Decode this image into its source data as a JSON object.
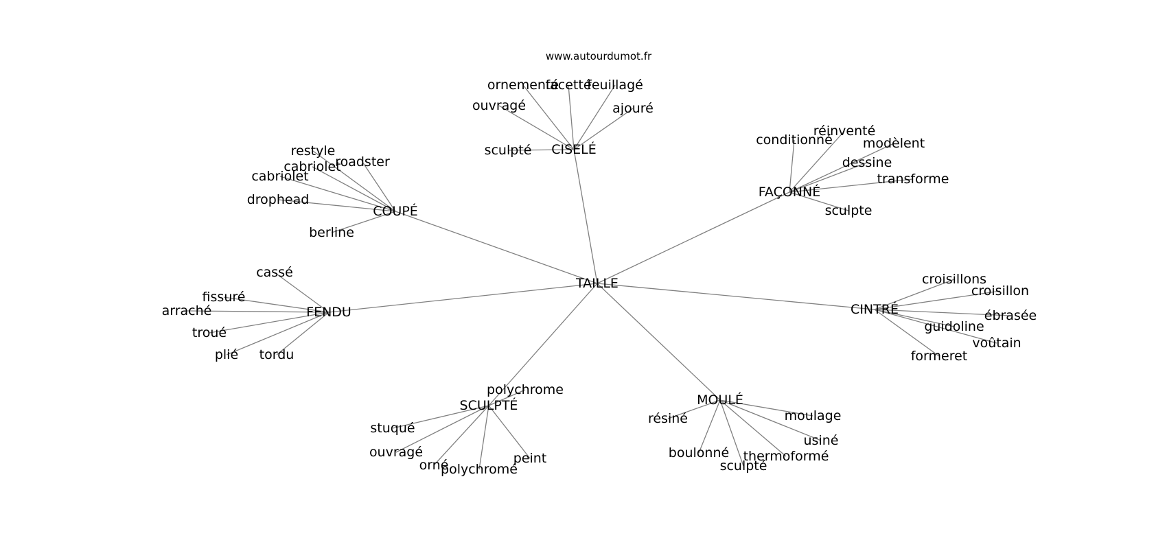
{
  "site": "www.autourdumot.fr",
  "center": "TAILLE",
  "clusters": [
    {
      "label": "CISELÉ",
      "leaves": [
        "sculpté",
        "ouvragé",
        "ornementé",
        "facetté",
        "feuillagé",
        "ajouré"
      ]
    },
    {
      "label": "FAÇONNÉ",
      "leaves": [
        "conditionné",
        "réinventé",
        "modèlent",
        "dessine",
        "transforme",
        "sculpte"
      ]
    },
    {
      "label": "COUPÉ",
      "leaves": [
        "restyle",
        "cabriolet",
        "roadster",
        "cabriolet",
        "drophead",
        "berline"
      ]
    },
    {
      "label": "FENDU",
      "leaves": [
        "cassé",
        "fissuré",
        "arraché",
        "troué",
        "plié",
        "tordu"
      ]
    },
    {
      "label": "CINTRÉ",
      "leaves": [
        "croisillons",
        "croisillon",
        "ébrasée",
        "guidoline",
        "voûtain",
        "formeret"
      ]
    },
    {
      "label": "SCULPTÉ",
      "leaves": [
        "polychrome",
        "stuqué",
        "ouvragé",
        "orné",
        "polychromé",
        "peint"
      ]
    },
    {
      "label": "MOULÉ",
      "leaves": [
        "résiné",
        "boulonné",
        "sculpté",
        "thermoformé",
        "usiné",
        "moulage"
      ]
    }
  ]
}
